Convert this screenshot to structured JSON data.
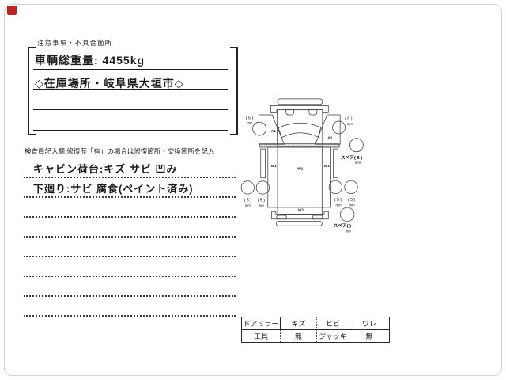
{
  "page": {
    "background": "#ffffff",
    "marker_color": "#c32222"
  },
  "top_box": {
    "caption": "注意事項・不具合箇所",
    "line1": "車輌総重量: 4455kg",
    "line2": "◇在庫場所・岐阜県大垣市◇"
  },
  "inspector": {
    "caption": "検査員記入欄:修復歴「有」の場合は修復箇所・交換箇所を記入",
    "line1": "キャビン荷台:キズ サビ 凹み",
    "line2": "下廻り:サビ 腐食(ペイント済み)"
  },
  "diagram": {
    "cab_panel_left": "A1",
    "cab_panel_right": "A1",
    "bed_left": "W1",
    "bed_center": "W1",
    "bed_right": "W1",
    "bed_rear": "W1",
    "points": [
      {
        "size": "( 5 )",
        "unit": "mm"
      },
      {
        "size": "( 5 )",
        "unit": "mm"
      },
      {
        "size": "( 5 )",
        "unit": "mm"
      },
      {
        "size": "( 5 )",
        "unit": "mm"
      },
      {
        "size": "( 5 )",
        "unit": "mm"
      },
      {
        "size": "( 5 )",
        "unit": "mm"
      }
    ],
    "spare_top": {
      "label": "スペア( 8 )",
      "unit": "mm"
    },
    "spare_bottom": {
      "label": "スペア(  )",
      "unit": "mm"
    }
  },
  "check_table": {
    "rows": [
      [
        "ドアミラー",
        "キズ",
        "ヒビ",
        "ワレ"
      ],
      [
        "工具",
        "無",
        "ジャッキ",
        "無"
      ]
    ]
  }
}
